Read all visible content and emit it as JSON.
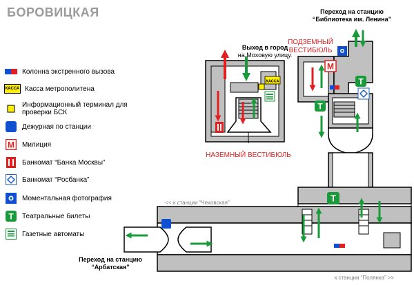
{
  "station_title": "БОРОВИЦКАЯ",
  "legend": [
    {
      "icon": "emergency-call-column-icon",
      "label": "Колонна экстренного вызова"
    },
    {
      "icon": "ticket-office-icon",
      "icon_text": "КАССА",
      "label": "Касса метрополитена"
    },
    {
      "icon": "info-terminal-icon",
      "label": "Информационный терминал для проверки БСК"
    },
    {
      "icon": "station-duty-officer-icon",
      "label": "Дежурная по станции"
    },
    {
      "icon": "police-icon",
      "icon_text": "M",
      "label": "Милиция"
    },
    {
      "icon": "bank-of-moscow-atm-icon",
      "label": "Банкомат “Банка Москвы”"
    },
    {
      "icon": "rosbank-atm-icon",
      "label": "Банкомат “Росбанка”"
    },
    {
      "icon": "photo-booth-icon",
      "label": "Моментальная фотография"
    },
    {
      "icon": "theatre-tickets-icon",
      "icon_text": "T",
      "label": "Театральные билеты"
    },
    {
      "icon": "newspaper-machines-icon",
      "label": "Газетные автоматы"
    }
  ],
  "labels": {
    "exit_city_line1": "Выход в город",
    "exit_city_line2": "на Моховую улицу.",
    "ground_vestibule": "НАЗЕМНЫЙ ВЕСТИБЮЛЬ",
    "underground_vestibule_line1": "ПОДЗЕМНЫЙ",
    "underground_vestibule_line2": "ВЕСТИБЮЛЬ",
    "transfer_lenin_line1": "Переход на станцию",
    "transfer_lenin_line2": "“Библиотека им. Ленина”",
    "transfer_arbat_line1": "Переход на станцию",
    "transfer_arbat_line2": "“Арбатская”",
    "to_chekhovskaya": "<< к станции “Чеховская”",
    "to_polyanka": "к станции “Полянка” >>",
    "kassa": "КАССА",
    "police_letter": "M",
    "theatre_letter": "T"
  },
  "colors": {
    "green": "#1a9a3a",
    "red": "#e02020",
    "blue": "#1050d0",
    "gray": "#b8b8b8",
    "dark": "#000000",
    "yellow": "#ffee00"
  }
}
